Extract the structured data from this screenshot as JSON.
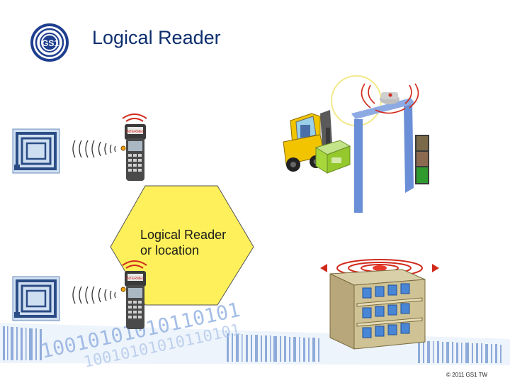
{
  "slide": {
    "title": "Logical Reader",
    "logo_text": "GS1",
    "hexagon_lines": [
      "Logical Reader",
      "or location"
    ],
    "reader_brand": "INTERMEC",
    "binary_text": "10010101010110101",
    "copyright": "© 2011 GS1 TW"
  },
  "colors": {
    "title": "#0d2f6e",
    "logo_blue": "#1f3f8f",
    "hexagon_fill": "#fdf05a",
    "signal_red": "#d12a1c",
    "portal_blue": "#6b8fd6",
    "forklift_yellow": "#f2c400",
    "crate_green": "#a6d83c",
    "traffic_light_green": "#2f9b2f"
  },
  "icons": [
    "gs1-logo-icon",
    "rfid-tag-icon",
    "handheld-reader-icon",
    "forklift-icon",
    "rfid-portal-icon",
    "traffic-light-icon",
    "smart-shelf-icon",
    "barcode-band-icon"
  ]
}
